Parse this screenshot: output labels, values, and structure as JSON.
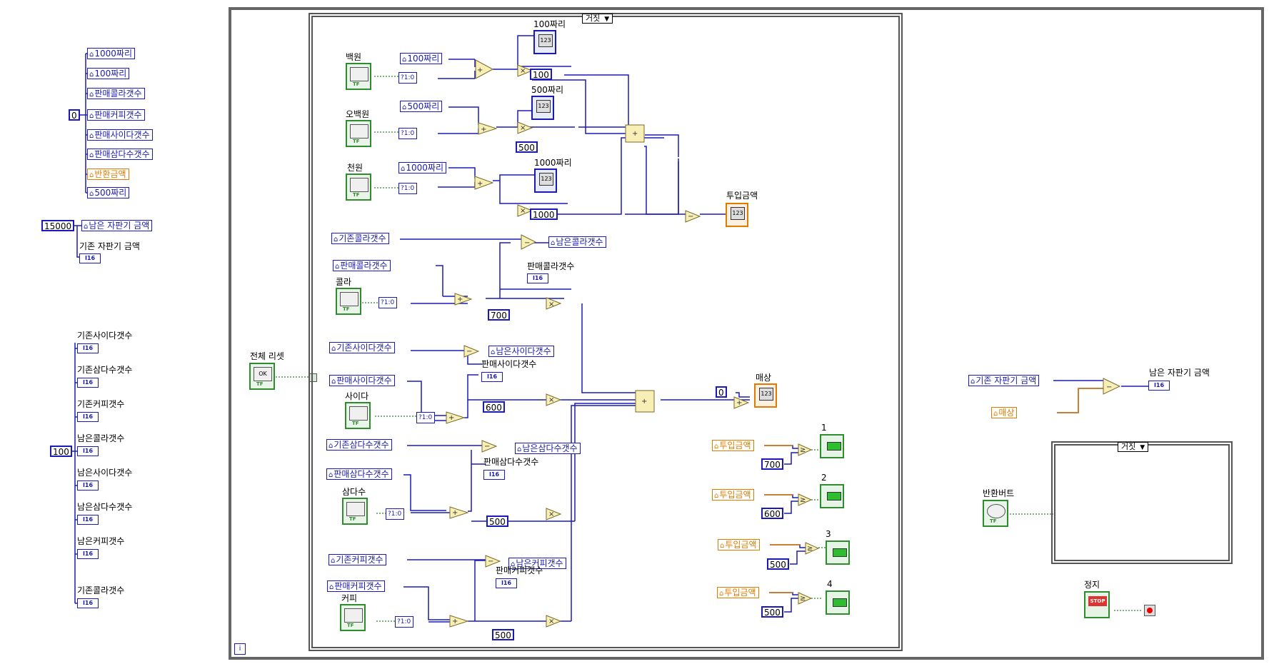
{
  "left_panel": {
    "top_zero_const": "0",
    "init_locals": [
      "1000짜리",
      "100짜리",
      "판매콜라갯수",
      "판매커피갯수",
      "판매사이다갯수",
      "판매삼다수갯수",
      "반환금액",
      "500짜리"
    ],
    "init_money_const": "15000",
    "remaining_money_local": "남은 자판기 금액",
    "existing_money_label": "기존 자판기 금액",
    "i16_text": "I16",
    "count_const": "100",
    "count_indicators": [
      "기존사이다갯수",
      "기존삼다수갯수",
      "기존커피갯수",
      "남은콜라갯수",
      "남은사이다갯수",
      "남은삼다수갯수",
      "남은커피갯수",
      "기존콜라갯수"
    ]
  },
  "main": {
    "reset_label": "전체 리셋",
    "ok_text": "OK",
    "info_icon": "i",
    "case_selector": "거짓",
    "coins": [
      {
        "label": "백원",
        "local": "100짜리",
        "disp": "100짜리",
        "const": "100"
      },
      {
        "label": "오백원",
        "local": "500짜리",
        "disp": "500짜리",
        "const": "500"
      },
      {
        "label": "천원",
        "local": "1000짜리",
        "disp": "1000짜리",
        "const": "1000"
      }
    ],
    "total_label": "투입금액",
    "products": [
      {
        "label": "콜라",
        "existing": "기존콜라갯수",
        "sold_local": "판매콜라갯수",
        "remain": "남은콜라갯수",
        "sold_ind": "판매콜라갯수",
        "price": "700"
      },
      {
        "label": "사이다",
        "existing": "기존사이다갯수",
        "sold_local": "판매사이다갯수",
        "remain": "남은사이다갯수",
        "sold_ind": "판매사이다갯수",
        "price": "600"
      },
      {
        "label": "삼다수",
        "existing": "기존삼다수갯수",
        "sold_local": "판매삼다수갯수",
        "remain": "남은삼다수갯수",
        "sold_ind": "판매삼다수갯수",
        "price": "500"
      },
      {
        "label": "커피",
        "existing": "기존커피갯수",
        "sold_local": "판매커피갯수",
        "remain": "남은커피갯수",
        "sold_ind": "판매커피갯수",
        "price": "500"
      }
    ],
    "sales_label": "매상",
    "zero_const": "0",
    "num_text": "123",
    "tf_text": "TF",
    "i16_text": "I16",
    "bool_conv": "?1:0",
    "compare_local": "투입금액",
    "compares": [
      {
        "const": "700",
        "led": "1"
      },
      {
        "const": "600",
        "led": "2"
      },
      {
        "const": "500",
        "led": "3"
      },
      {
        "const": "500",
        "led": "4"
      }
    ]
  },
  "right": {
    "existing_local": "기존 자판기 금액",
    "sales_local": "매상",
    "remaining_label": "남은 자판기 금액",
    "return_button_label": "반환버트",
    "case_selector": "거짓",
    "stop_label": "정지",
    "stop_text": "STOP"
  },
  "colors": {
    "wire_int": "#1a1ab8",
    "wire_bool": "#2e8b2e",
    "wire_dbl": "#e07b00",
    "frame": "#555555"
  }
}
